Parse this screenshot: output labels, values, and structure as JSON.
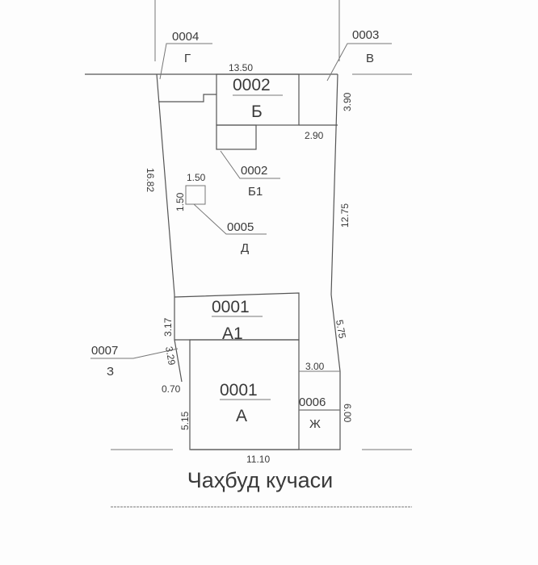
{
  "street_name": "Чаҳбуд кучаси",
  "buildings": [
    {
      "code": "0001",
      "letter": "А"
    },
    {
      "code": "0001",
      "letter": "А1"
    },
    {
      "code": "0002",
      "letter": "Б"
    },
    {
      "code": "0002",
      "letter": "Б1"
    },
    {
      "code": "0003",
      "letter": "В"
    },
    {
      "code": "0004",
      "letter": "Г"
    },
    {
      "code": "0005",
      "letter": "Д"
    },
    {
      "code": "0006",
      "letter": "Ж"
    },
    {
      "code": "0007",
      "letter": "З"
    }
  ],
  "dimensions": {
    "top": "13.50",
    "b_right": "3.90",
    "b_gap": "2.90",
    "left": "16.82",
    "d_w": "1.50",
    "d_h": "1.50",
    "right_upper": "12.75",
    "right_mid": "5.75",
    "a1_left": "3.17",
    "z_left": "3.29",
    "a_offset": "0.70",
    "a_left": "5.15",
    "zh_top": "3.00",
    "zh_right": "6.00",
    "bottom": "11.10"
  }
}
